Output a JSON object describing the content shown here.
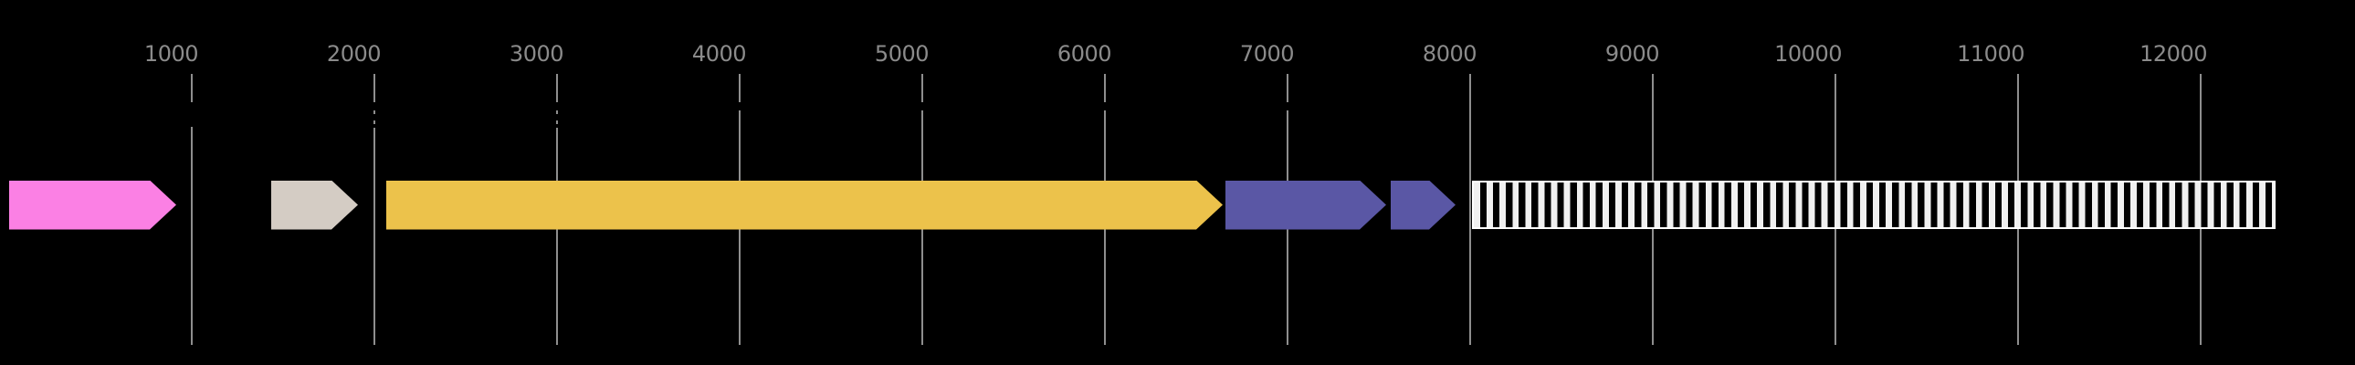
{
  "app": {
    "background_color": "#000000",
    "title": "Genome feature map"
  },
  "chart_data": {
    "type": "gene_feature_map",
    "title": "",
    "xlabel": "",
    "ylabel": "",
    "legend": null,
    "grid": true,
    "background_color": "#000000",
    "x_axis": {
      "xlim": [
        -50,
        12845
      ],
      "ticks": [
        1000,
        2000,
        3000,
        4000,
        5000,
        6000,
        7000,
        8000,
        9000,
        10000,
        11000,
        12000
      ],
      "tick_labels": [
        "1000",
        "2000",
        "3000",
        "4000",
        "5000",
        "6000",
        "7000",
        "8000",
        "9000",
        "10000",
        "11000",
        "12000"
      ],
      "gridline_color": "#8e8e8e",
      "tick_label_color": "#8b8b8b"
    },
    "tick_notches": [
      {
        "tick": 1000,
        "style": "solid"
      },
      {
        "tick": 2000,
        "style": "dash-dot"
      },
      {
        "tick": 3000,
        "style": "dash-dot"
      },
      {
        "tick": 4000,
        "style": "dash"
      },
      {
        "tick": 5000,
        "style": "dash"
      },
      {
        "tick": 6000,
        "style": "dash"
      },
      {
        "tick": 7000,
        "style": "dash"
      }
    ],
    "features": [
      {
        "id": "feature-1",
        "shape": "arrow",
        "strand": "+",
        "start": 0,
        "end": 915,
        "color": "#fb80e4"
      },
      {
        "id": "feature-2",
        "shape": "arrow",
        "strand": "+",
        "start": 1435,
        "end": 1910,
        "color": "#d4ccc4"
      },
      {
        "id": "feature-3",
        "shape": "arrow",
        "strand": "+",
        "start": 2065,
        "end": 6645,
        "color": "#ecc24b"
      },
      {
        "id": "feature-4",
        "shape": "arrow",
        "strand": "+",
        "start": 6660,
        "end": 7540,
        "color": "#5a57a5"
      },
      {
        "id": "feature-5",
        "shape": "arrow",
        "strand": "+",
        "start": 7565,
        "end": 7920,
        "color": "#5a57a5"
      },
      {
        "id": "feature-6",
        "shape": "box",
        "strand": "none",
        "start": 8010,
        "end": 12410,
        "fill": "vertical-stripes",
        "stripe_color": "#f0f0f0",
        "stripe_gap_color": "#000000",
        "border_color": "#ffffff"
      }
    ]
  }
}
